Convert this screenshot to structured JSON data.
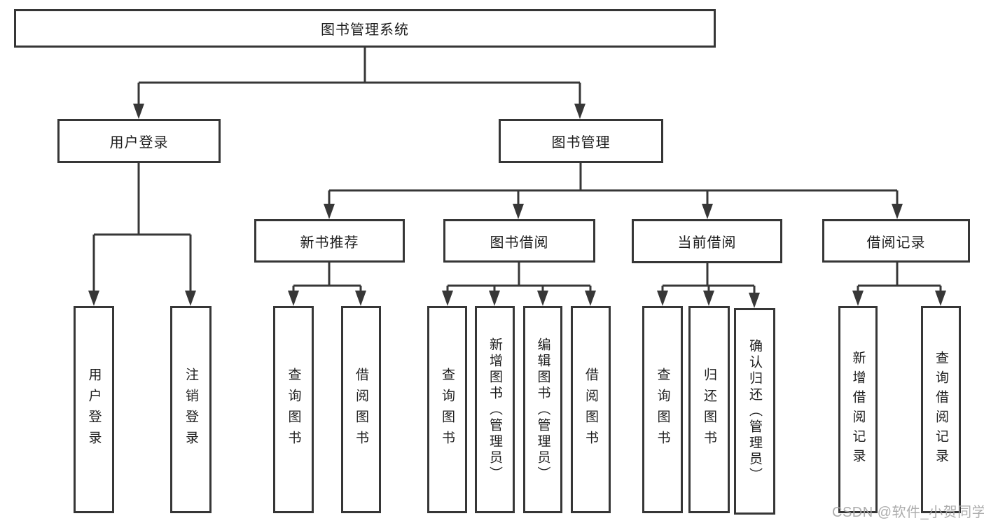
{
  "diagram_title": "图书管理系统",
  "nodes": {
    "root": "图书管理系统",
    "user_login": "用户登录",
    "book_mgmt": "图书管理",
    "new_book_rec": "新书推荐",
    "book_borrow": "图书借阅",
    "current_borrow": "当前借阅",
    "borrow_records": "借阅记录",
    "leaf_user_login": "用户登录",
    "leaf_logout": "注销登录",
    "leaf_rec_query": "查询图书",
    "leaf_rec_borrow": "借阅图书",
    "leaf_bb_query": "查询图书",
    "leaf_bb_add": "新增图书（管理员）",
    "leaf_bb_edit": "编辑图书（管理员）",
    "leaf_bb_borrow": "借阅图书",
    "leaf_cb_query": "查询图书",
    "leaf_cb_return": "归还图书",
    "leaf_cb_confirm": "确认归还（管理员）",
    "leaf_br_add": "新增借阅记录",
    "leaf_br_query": "查询借阅记录"
  },
  "watermark": "CSDN @软件_小贺同学",
  "colors": {
    "line": "#373737",
    "border": "#363636",
    "text": "#1e1e1e",
    "watermark": "#a4a4a4",
    "background": "#ffffff"
  }
}
